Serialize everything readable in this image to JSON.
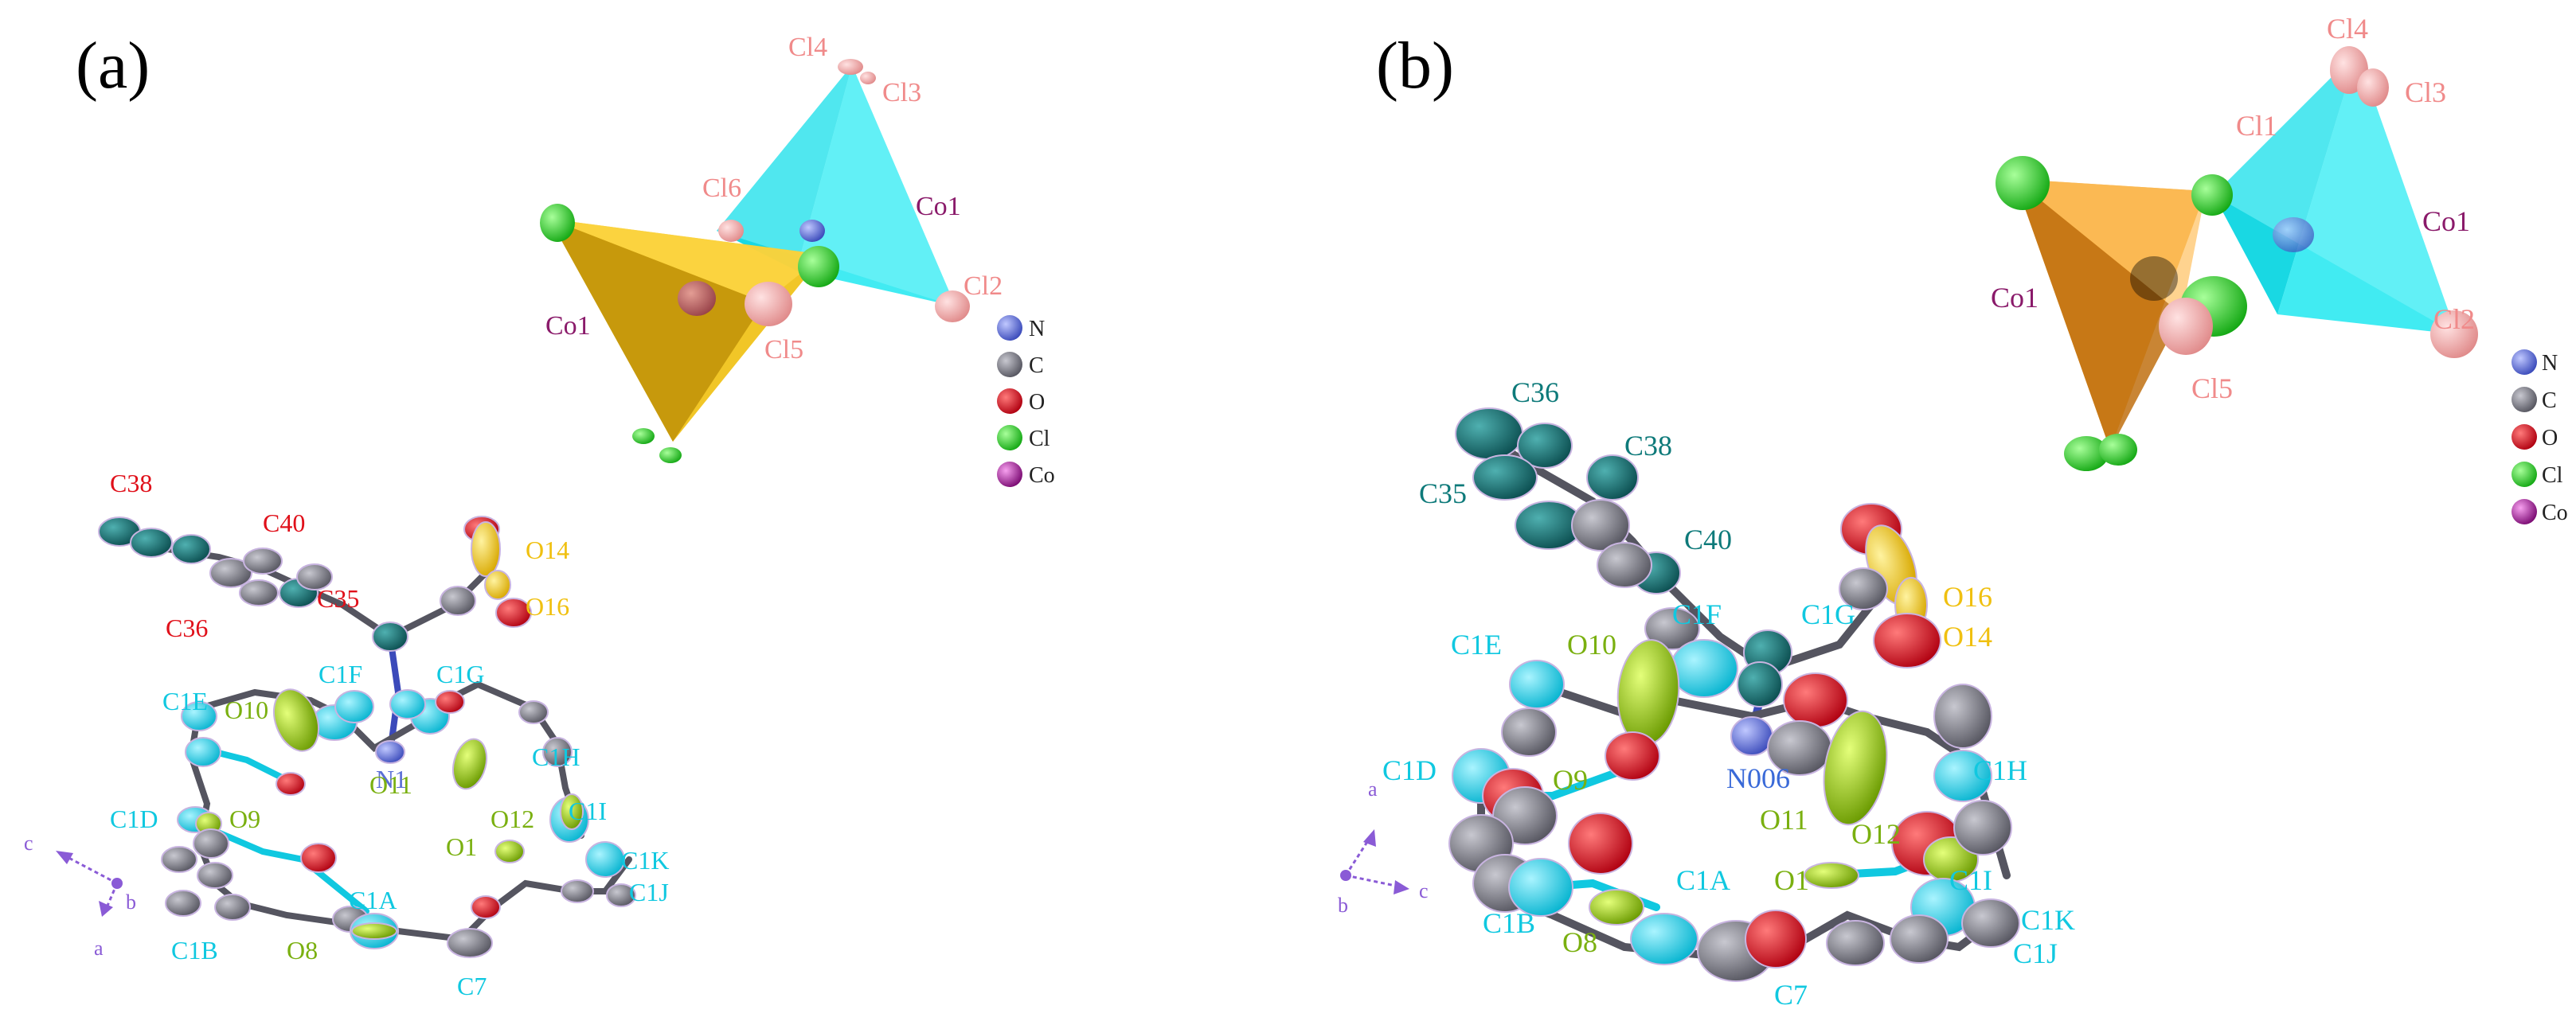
{
  "panels": [
    {
      "id": "a",
      "label": "(a)",
      "legend": [
        {
          "symbol": "N",
          "color": "#5b6fd6"
        },
        {
          "symbol": "C",
          "color": "#8e8e9a"
        },
        {
          "symbol": "O",
          "color": "#e0101a"
        },
        {
          "symbol": "Cl",
          "color": "#22d422"
        },
        {
          "symbol": "Co",
          "color": "#b01aa8"
        }
      ],
      "axes": [
        "c",
        "b",
        "a"
      ],
      "polyhedra_labels": [
        {
          "text": "Cl4",
          "color": "#f08a8a"
        },
        {
          "text": "Cl3",
          "color": "#f08a8a"
        },
        {
          "text": "Cl6",
          "color": "#f08a8a"
        },
        {
          "text": "Co1",
          "color": "#8a1a6a"
        },
        {
          "text": "Cl2",
          "color": "#f08a8a"
        },
        {
          "text": "Co1",
          "color": "#8a1a6a"
        },
        {
          "text": "Cl5",
          "color": "#f08a8a"
        }
      ],
      "atom_labels": [
        {
          "text": "C38",
          "color": "#e0101a"
        },
        {
          "text": "C40",
          "color": "#e0101a"
        },
        {
          "text": "C35",
          "color": "#e0101a"
        },
        {
          "text": "C36",
          "color": "#e0101a"
        },
        {
          "text": "O14",
          "color": "#f0c010"
        },
        {
          "text": "O16",
          "color": "#f0c010"
        },
        {
          "text": "C1F",
          "color": "#10c8e0"
        },
        {
          "text": "C1G",
          "color": "#10c8e0"
        },
        {
          "text": "C1E",
          "color": "#10c8e0"
        },
        {
          "text": "O10",
          "color": "#7ab010"
        },
        {
          "text": "N1",
          "color": "#5b6fd6"
        },
        {
          "text": "C1H",
          "color": "#10c8e0"
        },
        {
          "text": "O11",
          "color": "#7ab010"
        },
        {
          "text": "O12",
          "color": "#7ab010"
        },
        {
          "text": "C1I",
          "color": "#10c8e0"
        },
        {
          "text": "C1D",
          "color": "#10c8e0"
        },
        {
          "text": "O9",
          "color": "#7ab010"
        },
        {
          "text": "O1",
          "color": "#7ab010"
        },
        {
          "text": "C1K",
          "color": "#10c8e0"
        },
        {
          "text": "C1J",
          "color": "#10c8e0"
        },
        {
          "text": "C1A",
          "color": "#10c8e0"
        },
        {
          "text": "C1B",
          "color": "#10c8e0"
        },
        {
          "text": "O8",
          "color": "#7ab010"
        },
        {
          "text": "C7",
          "color": "#10c8e0"
        }
      ]
    },
    {
      "id": "b",
      "label": "(b)",
      "legend": [
        {
          "symbol": "N",
          "color": "#5b6fd6"
        },
        {
          "symbol": "C",
          "color": "#8e8e9a"
        },
        {
          "symbol": "O",
          "color": "#e0101a"
        },
        {
          "symbol": "Cl",
          "color": "#22d422"
        },
        {
          "symbol": "Co",
          "color": "#b01aa8"
        }
      ],
      "axes": [
        "a",
        "b",
        "c"
      ],
      "polyhedra_labels": [
        {
          "text": "Cl4",
          "color": "#f08a8a"
        },
        {
          "text": "Cl3",
          "color": "#f08a8a"
        },
        {
          "text": "Cl1",
          "color": "#f08a8a"
        },
        {
          "text": "Co1",
          "color": "#8a1a6a"
        },
        {
          "text": "Co1",
          "color": "#8a1a6a"
        },
        {
          "text": "Cl5",
          "color": "#f08a8a"
        },
        {
          "text": "Cl2",
          "color": "#f08a8a"
        }
      ],
      "atom_labels": [
        {
          "text": "C36",
          "color": "#0e7a7a"
        },
        {
          "text": "C38",
          "color": "#0e7a7a"
        },
        {
          "text": "C35",
          "color": "#0e7a7a"
        },
        {
          "text": "C40",
          "color": "#0e7a7a"
        },
        {
          "text": "O16",
          "color": "#f0c010"
        },
        {
          "text": "O14",
          "color": "#f0c010"
        },
        {
          "text": "C1F",
          "color": "#10c8e0"
        },
        {
          "text": "C1G",
          "color": "#10c8e0"
        },
        {
          "text": "C1E",
          "color": "#10c8e0"
        },
        {
          "text": "O10",
          "color": "#7ab010"
        },
        {
          "text": "N006",
          "color": "#3a6ad8"
        },
        {
          "text": "C1H",
          "color": "#10c8e0"
        },
        {
          "text": "C1D",
          "color": "#10c8e0"
        },
        {
          "text": "O9",
          "color": "#7ab010"
        },
        {
          "text": "O11",
          "color": "#7ab010"
        },
        {
          "text": "O12",
          "color": "#7ab010"
        },
        {
          "text": "C1A",
          "color": "#10c8e0"
        },
        {
          "text": "O1",
          "color": "#7ab010"
        },
        {
          "text": "C1I",
          "color": "#10c8e0"
        },
        {
          "text": "C1B",
          "color": "#10c8e0"
        },
        {
          "text": "O8",
          "color": "#7ab010"
        },
        {
          "text": "C1K",
          "color": "#10c8e0"
        },
        {
          "text": "C1J",
          "color": "#10c8e0"
        },
        {
          "text": "C7",
          "color": "#10c8e0"
        }
      ]
    }
  ]
}
